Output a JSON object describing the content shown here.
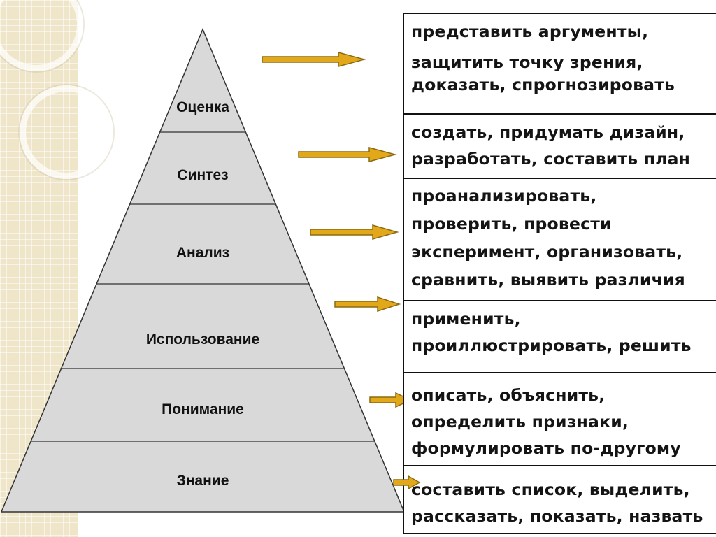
{
  "pyramid": {
    "levels": [
      {
        "label": "Оценка"
      },
      {
        "label": "Синтез"
      },
      {
        "label": "Анализ"
      },
      {
        "label": "Использование"
      },
      {
        "label": "Понимание"
      },
      {
        "label": "Знание"
      }
    ]
  },
  "verbs": [
    {
      "lines": [
        "представить аргументы,",
        "защитить точку зрения,",
        "доказать, спрогнозировать"
      ]
    },
    {
      "lines": [
        "создать, придумать дизайн,",
        "разработать, составить план"
      ]
    },
    {
      "lines": [
        "проанализировать,",
        "проверить, провести",
        "эксперимент, организовать,",
        "сравнить, выявить различия"
      ]
    },
    {
      "lines": [
        "применить,",
        "проиллюстрировать, решить"
      ]
    },
    {
      "lines": [
        "описать, объяснить,",
        "определить признаки,",
        "формулировать по-другому"
      ]
    },
    {
      "lines": [
        "составить список, выделить,",
        "рассказать, показать, назвать"
      ]
    }
  ],
  "colors": {
    "pyramid_fill": "#d9d9d9",
    "arrow_fill": "#e3a81a",
    "arrow_stroke": "#8a6a10",
    "background_strip": "#efe5c8"
  },
  "icons": {
    "arrow": "right-arrow-icon",
    "decoration": "ring-decoration"
  }
}
